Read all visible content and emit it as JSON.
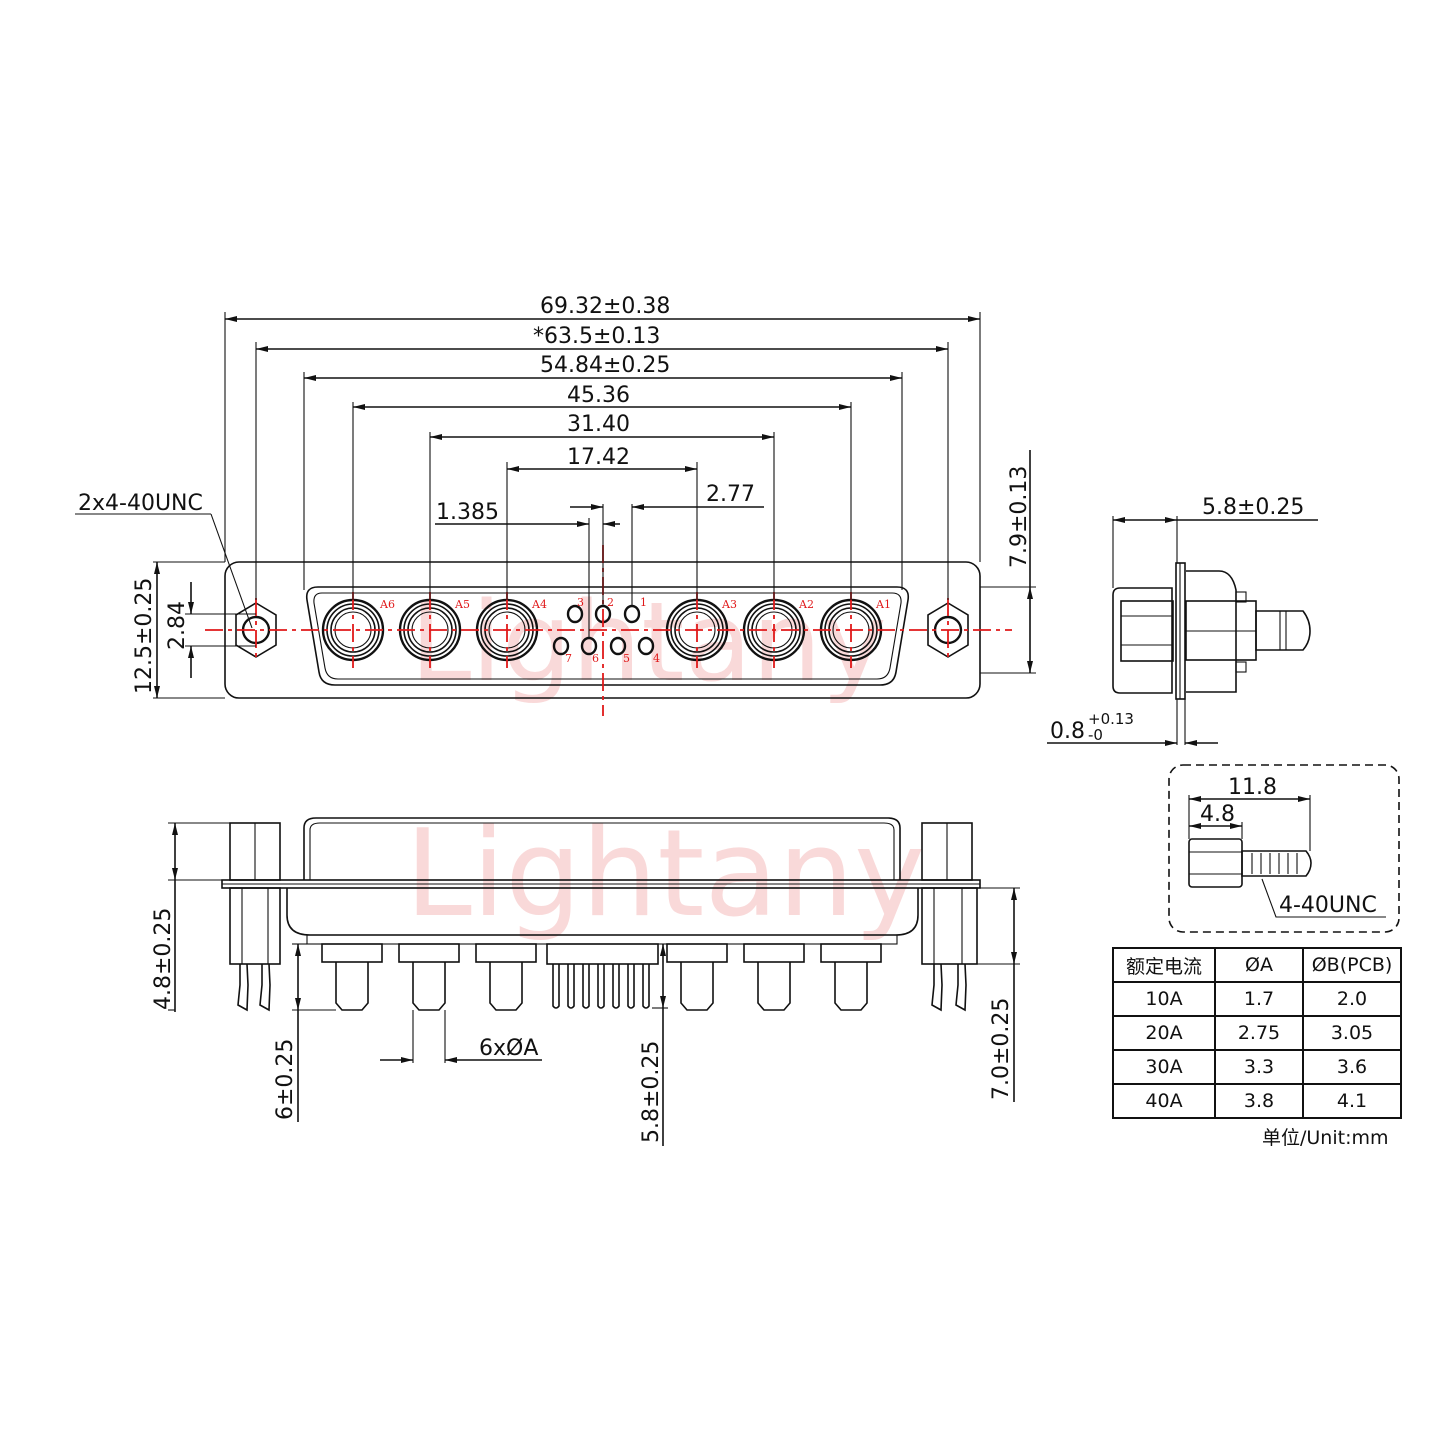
{
  "watermark": "Lightany",
  "front_view": {
    "dimensions": {
      "overall_width": "69.32±0.38",
      "mounting_hole_pitch": "*63.5±0.13",
      "shell_width": "54.84±0.25",
      "outer_power_pitch": "45.36",
      "inner_power_pitch": "31.40",
      "center_power_pitch": "17.42",
      "signal_pitch": "2.77",
      "signal_offset": "1.385",
      "flange_height": "12.5±0.25",
      "row_spacing": "2.84",
      "shell_height": "7.9±0.13"
    },
    "callout_thread": "2x4-40UNC",
    "power_contacts": [
      "A6",
      "A5",
      "A4",
      "A3",
      "A2",
      "A1"
    ],
    "signal_contacts_top": [
      "3",
      "2",
      "1"
    ],
    "signal_contacts_bottom": [
      "7",
      "6",
      "5",
      "4"
    ]
  },
  "side_view": {
    "dimensions": {
      "shell_depth": "5.8±0.25",
      "flange_thickness_base": "0.8",
      "flange_tol_upper": "+0.13",
      "flange_tol_lower": "-0"
    }
  },
  "bottom_view": {
    "dimensions": {
      "standoff_height": "4.8±0.25",
      "power_pin_length": "6±0.25",
      "pin_diameter": "6xØA",
      "signal_pin_length": "5.8±0.25",
      "board_lock_length": "7.0±0.25"
    }
  },
  "screw_detail": {
    "overall_length": "11.8",
    "hex_length": "4.8",
    "thread": "4-40UNC"
  },
  "spec_table": {
    "headers": [
      "额定电流",
      "ØA",
      "ØB(PCB)"
    ],
    "rows": [
      [
        "10A",
        "1.7",
        "2.0"
      ],
      [
        "20A",
        "2.75",
        "3.05"
      ],
      [
        "30A",
        "3.3",
        "3.6"
      ],
      [
        "40A",
        "3.8",
        "4.1"
      ]
    ]
  },
  "unit_label": "单位/Unit:mm",
  "colors": {
    "line": "#111111",
    "centerline": "#e0191a",
    "watermark": "#f6c6c6"
  }
}
